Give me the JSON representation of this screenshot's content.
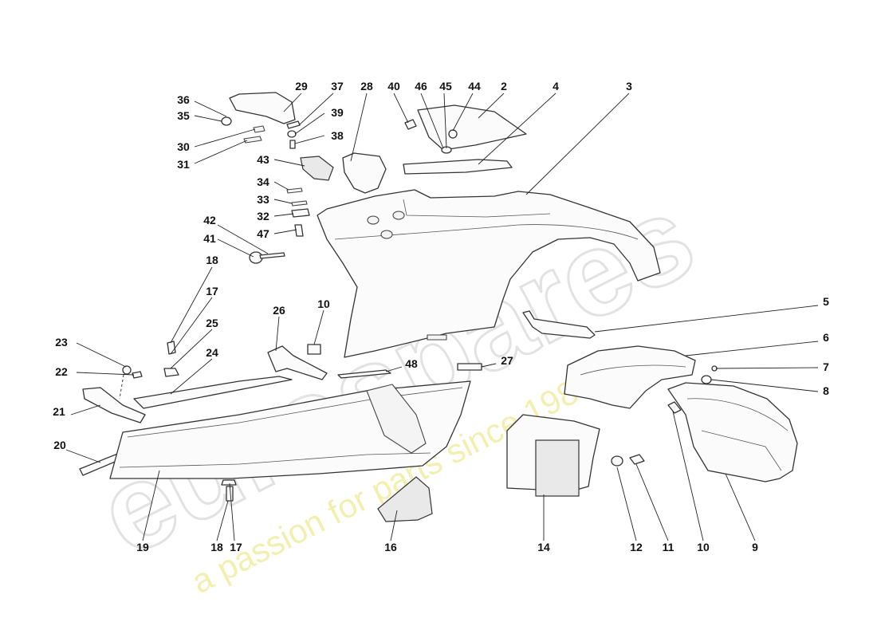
{
  "watermark": {
    "brand": "eurospares",
    "tagline": "a passion for parts since 1985"
  },
  "callouts": [
    {
      "id": "c29",
      "text": "29"
    },
    {
      "id": "c37",
      "text": "37"
    },
    {
      "id": "c28",
      "text": "28"
    },
    {
      "id": "c40",
      "text": "40"
    },
    {
      "id": "c46",
      "text": "46"
    },
    {
      "id": "c45",
      "text": "45"
    },
    {
      "id": "c44",
      "text": "44"
    },
    {
      "id": "c2",
      "text": "2"
    },
    {
      "id": "c4",
      "text": "4"
    },
    {
      "id": "c3",
      "text": "3"
    },
    {
      "id": "c36",
      "text": "36"
    },
    {
      "id": "c35",
      "text": "35"
    },
    {
      "id": "c39",
      "text": "39"
    },
    {
      "id": "c38",
      "text": "38"
    },
    {
      "id": "c30",
      "text": "30"
    },
    {
      "id": "c31",
      "text": "31"
    },
    {
      "id": "c43",
      "text": "43"
    },
    {
      "id": "c34",
      "text": "34"
    },
    {
      "id": "c33",
      "text": "33"
    },
    {
      "id": "c32",
      "text": "32"
    },
    {
      "id": "c47",
      "text": "47"
    },
    {
      "id": "c42",
      "text": "42"
    },
    {
      "id": "c41",
      "text": "41"
    },
    {
      "id": "c18a",
      "text": "18"
    },
    {
      "id": "c17a",
      "text": "17"
    },
    {
      "id": "c25",
      "text": "25"
    },
    {
      "id": "c26",
      "text": "26"
    },
    {
      "id": "c10a",
      "text": "10"
    },
    {
      "id": "c5",
      "text": "5"
    },
    {
      "id": "c6",
      "text": "6"
    },
    {
      "id": "c7",
      "text": "7"
    },
    {
      "id": "c8",
      "text": "8"
    },
    {
      "id": "c23",
      "text": "23"
    },
    {
      "id": "c24",
      "text": "24"
    },
    {
      "id": "c22",
      "text": "22"
    },
    {
      "id": "c48",
      "text": "48"
    },
    {
      "id": "c27",
      "text": "27"
    },
    {
      "id": "c21",
      "text": "21"
    },
    {
      "id": "c20",
      "text": "20"
    },
    {
      "id": "c19",
      "text": "19"
    },
    {
      "id": "c18b",
      "text": "18"
    },
    {
      "id": "c17b",
      "text": "17"
    },
    {
      "id": "c16",
      "text": "16"
    },
    {
      "id": "c14",
      "text": "14"
    },
    {
      "id": "c12",
      "text": "12"
    },
    {
      "id": "c11",
      "text": "11"
    },
    {
      "id": "c10b",
      "text": "10"
    },
    {
      "id": "c9",
      "text": "9"
    }
  ]
}
